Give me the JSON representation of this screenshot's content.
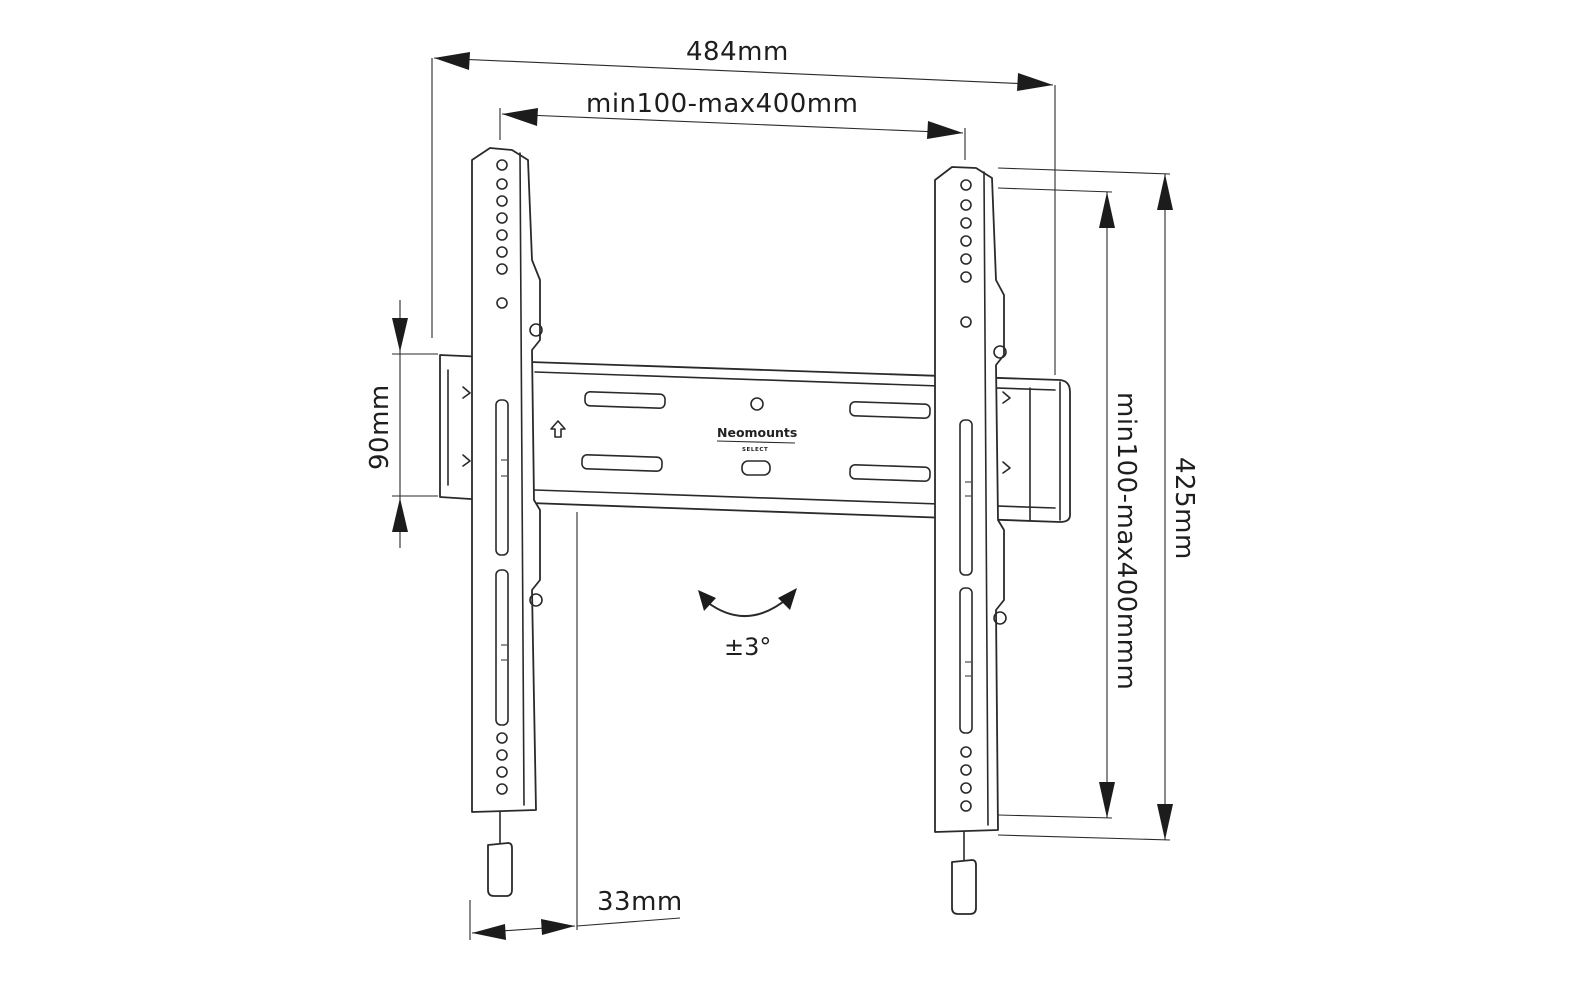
{
  "dimensions": {
    "overall_width": "484mm",
    "vesa_horizontal": "min100-max400mm",
    "rail_height": "90mm",
    "vesa_vertical": "min100-max400mmm",
    "overall_height": "425mm",
    "wall_distance": "33mm"
  },
  "tilt": {
    "label": "±3°"
  },
  "brand": {
    "name": "Neomounts",
    "subline": "SELECT"
  }
}
